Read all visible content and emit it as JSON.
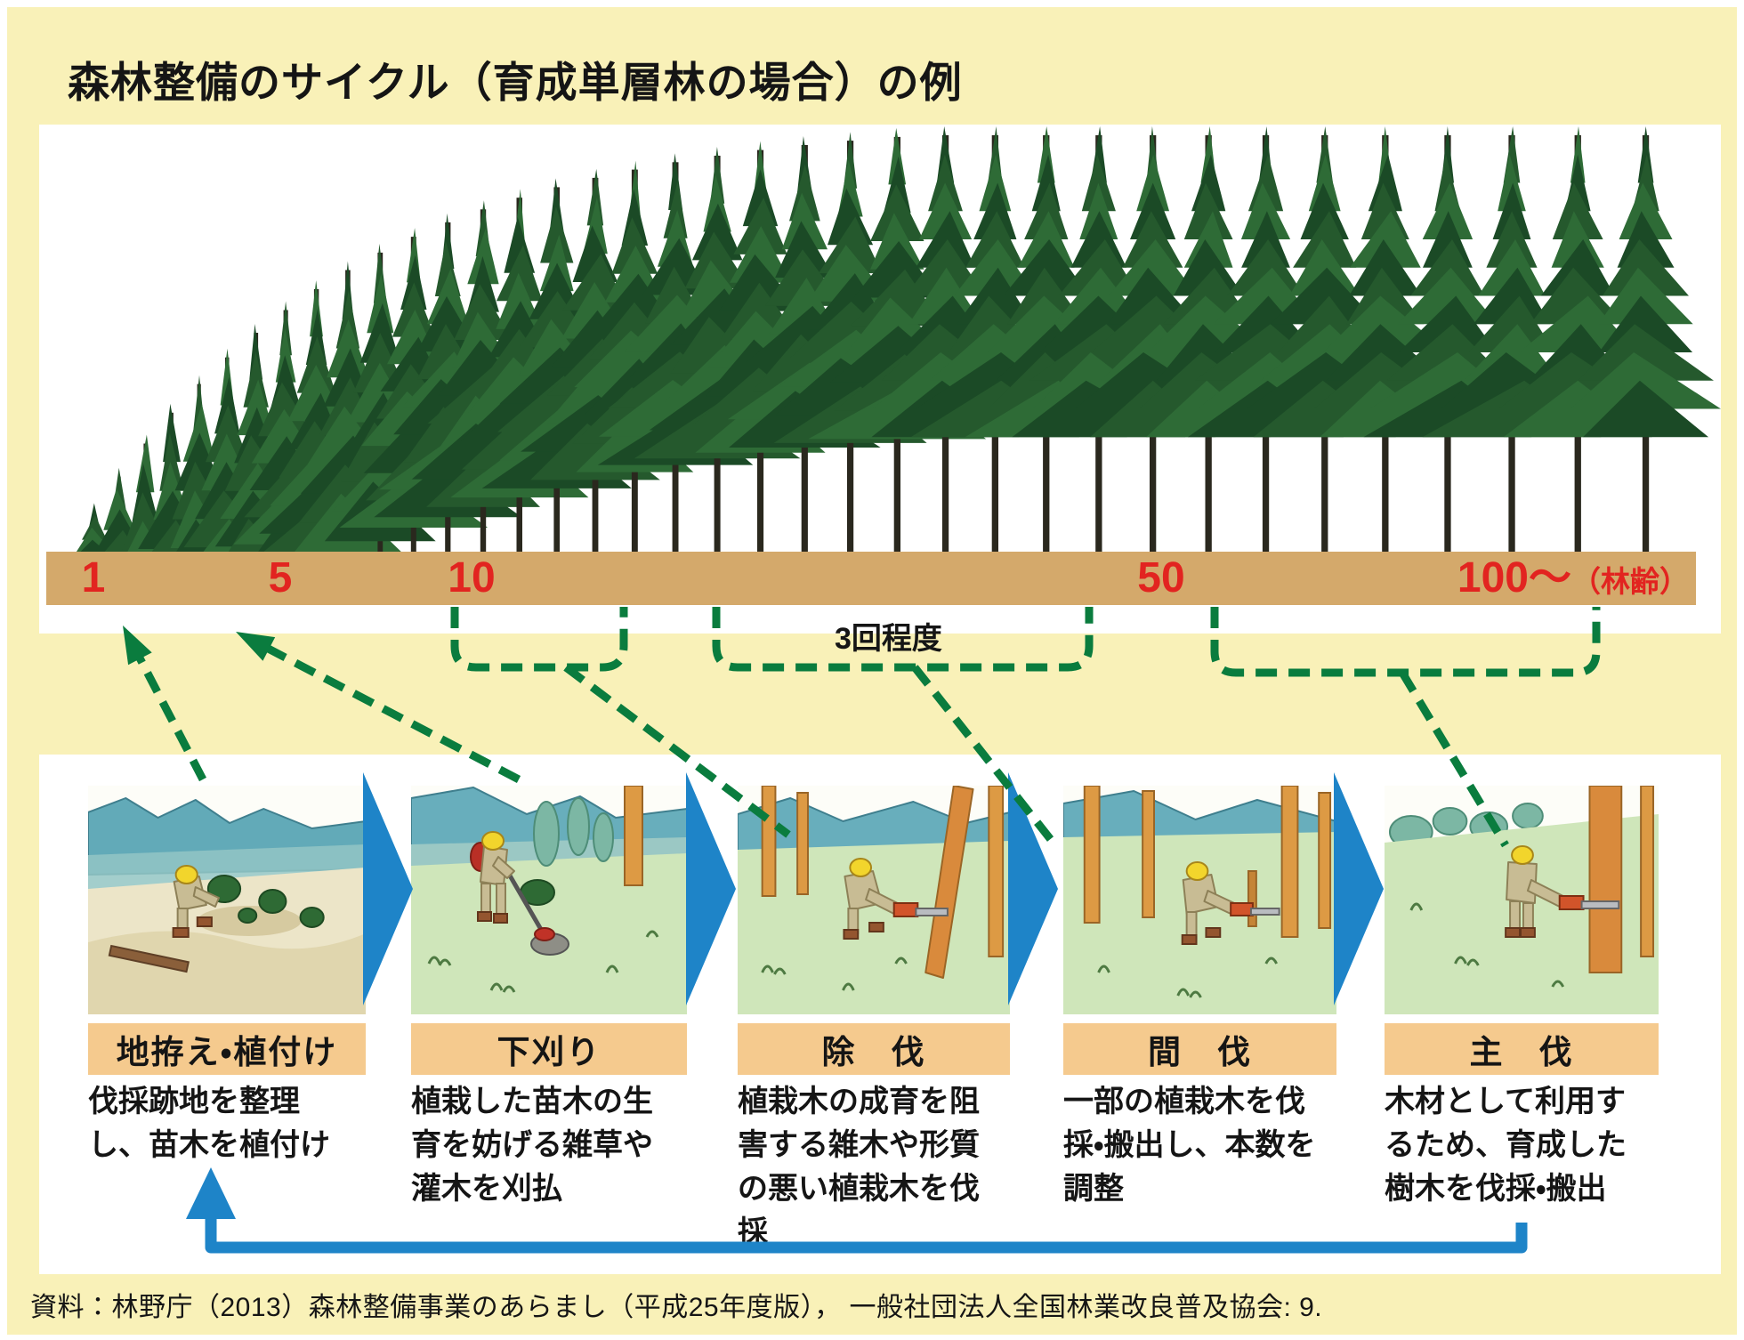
{
  "title": "森林整備のサイクル（育成単層林の場合）の例",
  "timeline": {
    "ages": [
      "1",
      "5",
      "10",
      "50",
      "100～"
    ],
    "age_unit": "（林齢）",
    "bracket_note": "3回程度"
  },
  "stages": [
    {
      "label": "地拵え・植付け",
      "desc": "伐採跡地を整理し、苗木を植付け"
    },
    {
      "label": "下刈り",
      "desc": "植栽した苗木の生育を妨げる雑草や灌木を刈払"
    },
    {
      "label": "除　伐",
      "desc": "植栽木の成育を阻害する雑木や形質の悪い植栽木を伐採"
    },
    {
      "label": "間　伐",
      "desc": "一部の植栽木を伐採・搬出し、本数を調整"
    },
    {
      "label": "主　伐",
      "desc": "木材として利用するため、育成した樹木を伐採・搬出"
    }
  ],
  "source": "資料：林野庁（2013）森林整備事業のあらまし（平成25年度版）， 一般社団法人全国林業改良普及協会: 9.",
  "forest": {
    "tree_count": 33
  },
  "colors": {
    "background": "#f9f1b8",
    "axis_bar": "#d4a96b",
    "age_red": "#e22420",
    "bracket_green": "#0a7c3e",
    "arrow_blue": "#1e84c8",
    "label_strip": "#f5ca8e"
  }
}
